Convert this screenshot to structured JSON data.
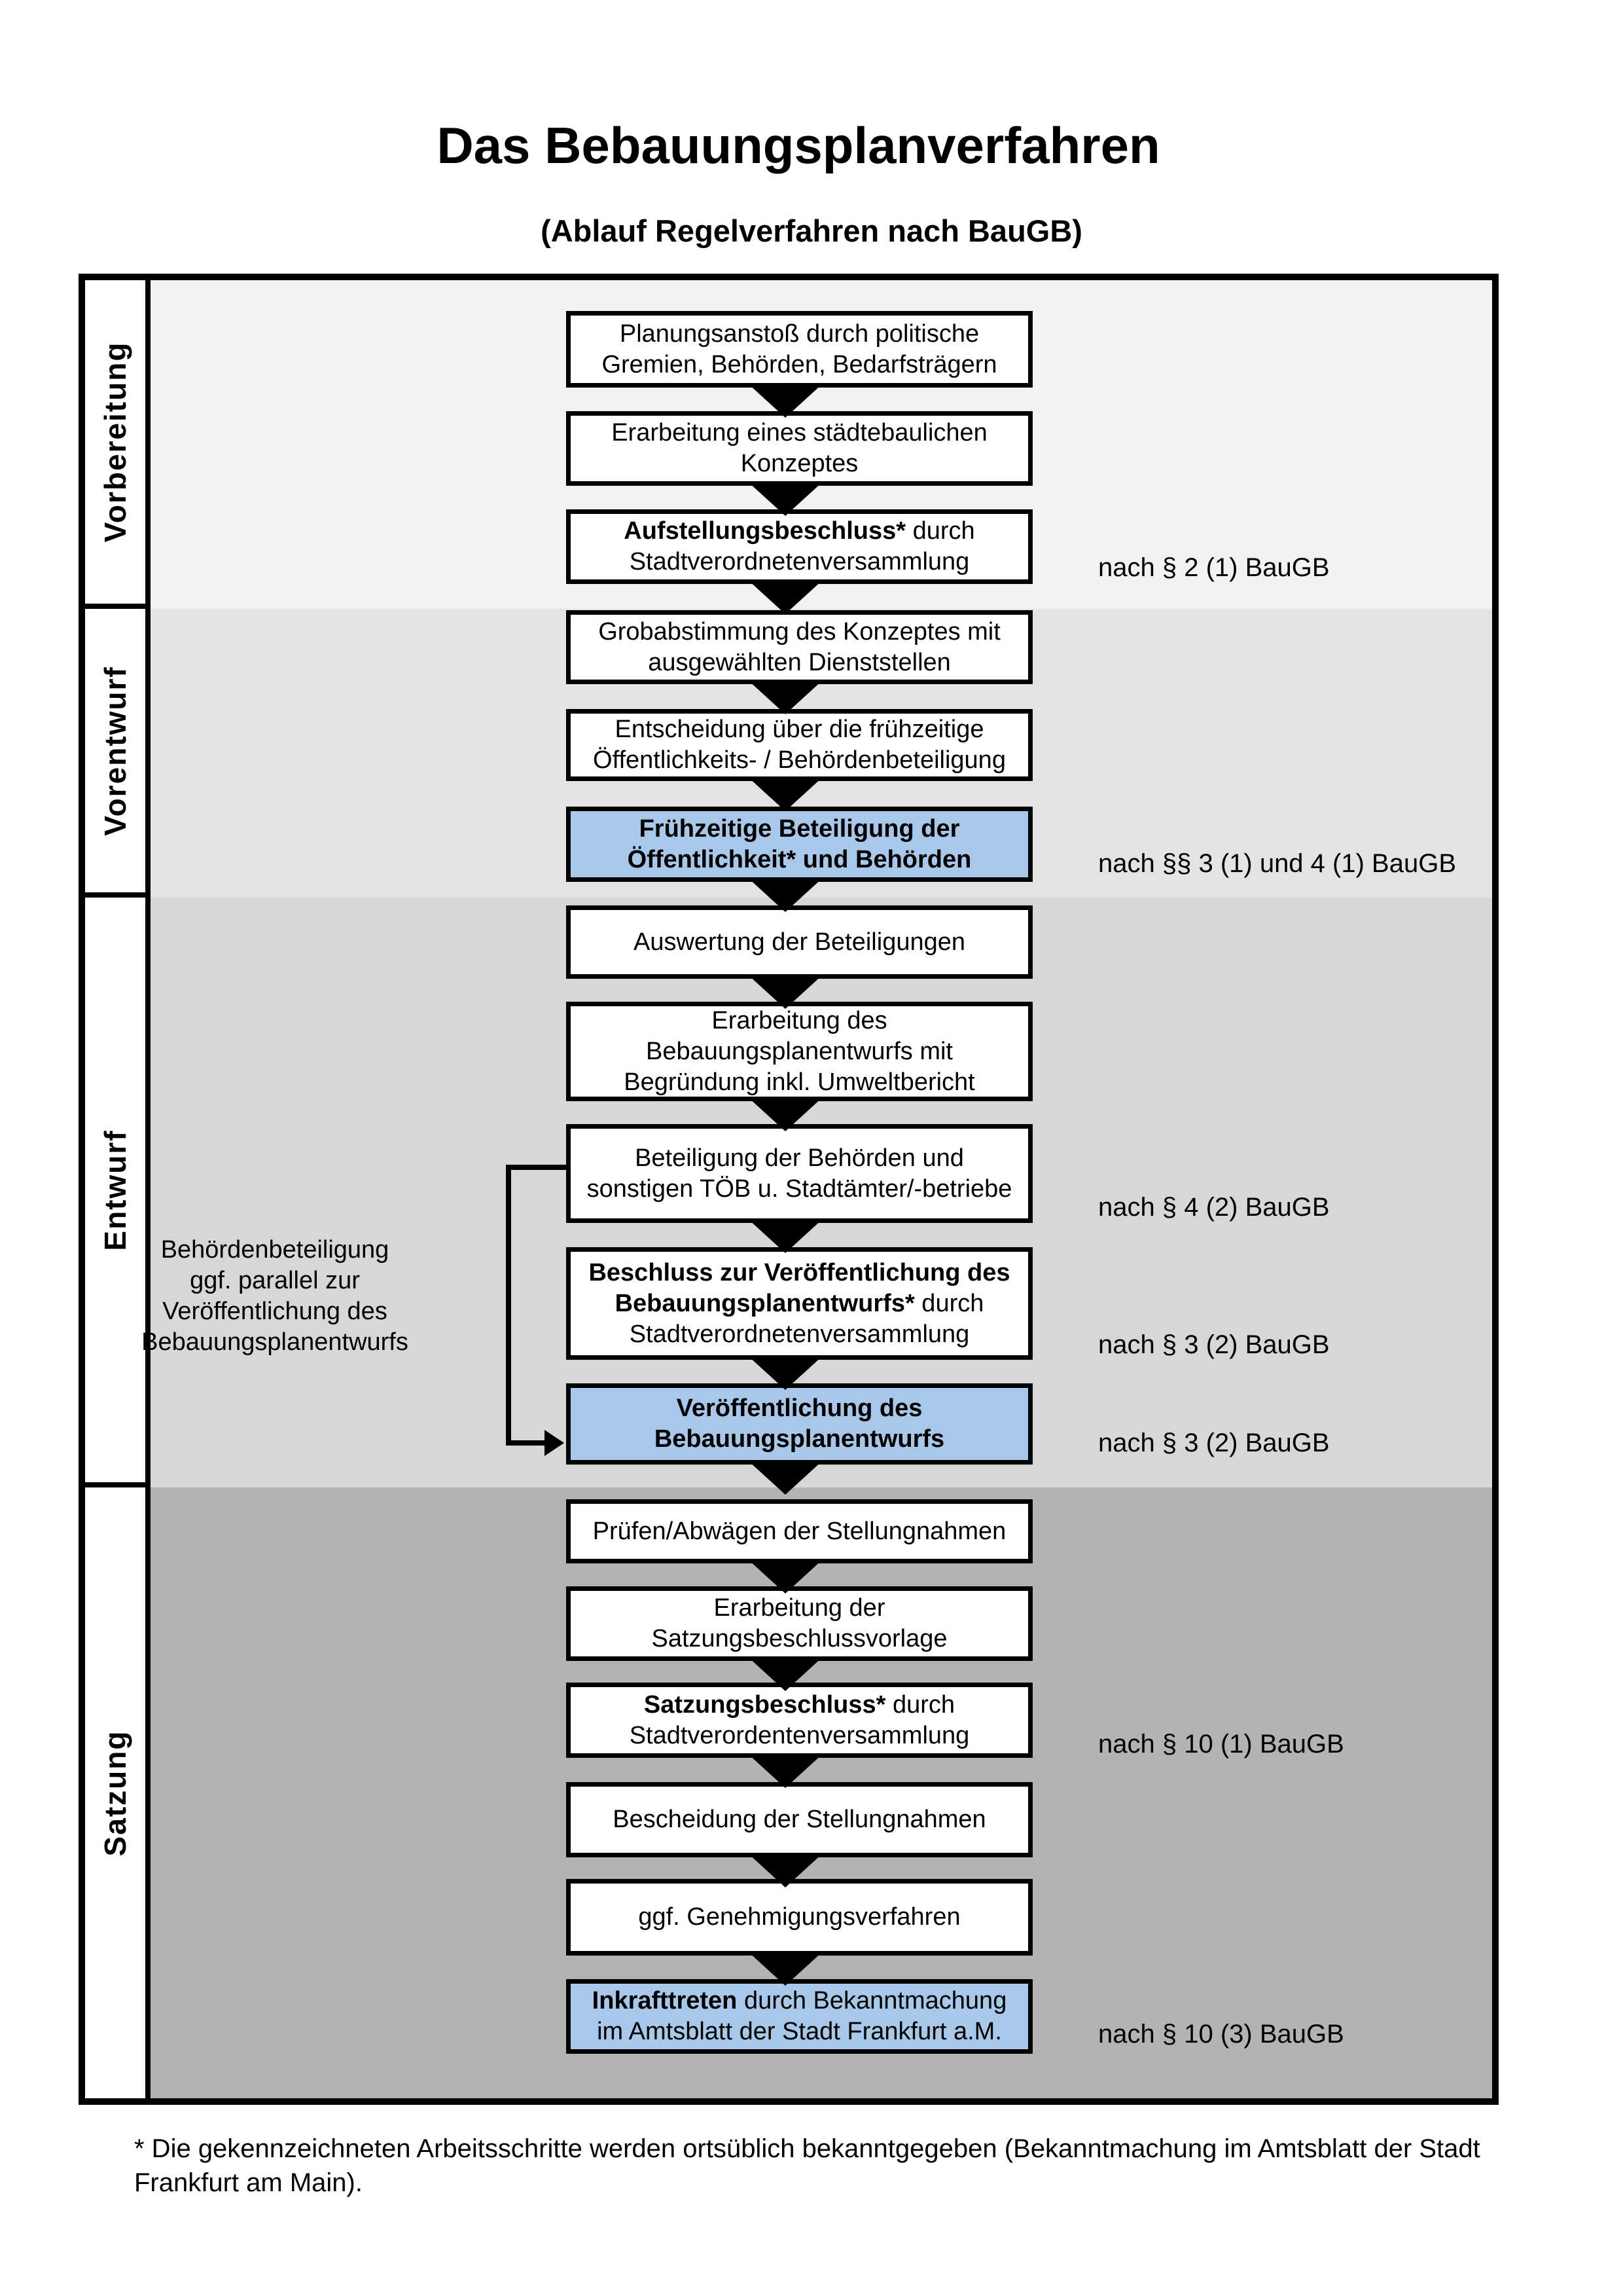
{
  "title": "Das Bebauungsplanverfahren",
  "subtitle": "(Ablauf Regelverfahren nach BauGB)",
  "phases": [
    {
      "label": "Vorbereitung"
    },
    {
      "label": "Vorentwurf"
    },
    {
      "label": "Entwurf"
    },
    {
      "label": "Satzung"
    }
  ],
  "steps": [
    {
      "bold": "",
      "text": "Planungsanstoß durch politische\nGremien, Behörden, Bedarfsträgern",
      "highlighted": false
    },
    {
      "bold": "",
      "text": "Erarbeitung eines städtebaulichen\nKonzeptes",
      "highlighted": false
    },
    {
      "bold": "Aufstellungsbeschluss*",
      "text": " durch\nStadtverordnetenversammlung",
      "highlighted": false
    },
    {
      "bold": "",
      "text": "Grobabstimmung des Konzeptes mit\nausgewählten Dienststellen",
      "highlighted": false
    },
    {
      "bold": "",
      "text": "Entscheidung über die frühzeitige\nÖffentlichkeits- / Behördenbeteiligung",
      "highlighted": false
    },
    {
      "bold": "Frühzeitige Beteiligung der\nÖffentlichkeit* und Behörden",
      "text": "",
      "highlighted": true
    },
    {
      "bold": "",
      "text": "Auswertung der Beteiligungen",
      "highlighted": false
    },
    {
      "bold": "",
      "text": "Erarbeitung des\nBebauungsplanentwurfs mit\nBegründung inkl. Umweltbericht",
      "highlighted": false
    },
    {
      "bold": "",
      "text": "Beteiligung der Behörden und\nsonstigen TÖB u. Stadtämter/-betriebe",
      "highlighted": false
    },
    {
      "bold": "Beschluss zur Veröffentlichung des\nBebauungsplanentwurfs*",
      "text": " durch\nStadtverordnetenversammlung",
      "highlighted": false
    },
    {
      "bold": "Veröffentlichung des\nBebauungsplanentwurfs",
      "text": "",
      "highlighted": true
    },
    {
      "bold": "",
      "text": "Prüfen/Abwägen der Stellungnahmen",
      "highlighted": false
    },
    {
      "bold": "",
      "text": "Erarbeitung der\nSatzungsbeschlussvorlage",
      "highlighted": false
    },
    {
      "bold": "Satzungsbeschluss*",
      "text": " durch\nStadtverordentenversammlung",
      "highlighted": false
    },
    {
      "bold": "",
      "text": "Bescheidung der Stellungnahmen",
      "highlighted": false
    },
    {
      "bold": "",
      "text": "ggf. Genehmigungsverfahren",
      "highlighted": false
    },
    {
      "bold": "Inkrafttreten",
      "text": " durch Bekanntmachung\nim Amtsblatt der Stadt Frankfurt a.M.",
      "highlighted": true
    }
  ],
  "side_note": "Behördenbeteiligung\nggf. parallel zur\nVeröffentlichung des\nBebauungsplanentwurfs",
  "legal_refs": [
    {
      "text": "nach § 2 (1) BauGB"
    },
    {
      "text": "nach §§ 3 (1) und 4 (1) BauGB"
    },
    {
      "text": "nach § 4 (2) BauGB"
    },
    {
      "text": "nach § 3 (2) BauGB"
    },
    {
      "text": "nach § 3 (2) BauGB"
    },
    {
      "text": "nach § 10 (1) BauGB"
    },
    {
      "text": "nach § 10 (3) BauGB"
    }
  ],
  "footnote": "* Die gekennzeichneten Arbeitsschritte werden ortsüblich bekanntgegeben (Bekanntmachung im Amtsblatt  der Stadt\nFrankfurt am Main).",
  "icons": {
    "arrow_down": "▼",
    "arrow_right": "▶"
  },
  "colors": {
    "highlight_fill": "#a9c7e8",
    "box_fill": "#ffffff",
    "line": "#000000",
    "section_vorbereitung": "#f2f2f2",
    "section_vorentwurf": "#e3e3e3",
    "section_entwurf": "#d7d7d7",
    "section_satzung": "#b3b3b3"
  }
}
